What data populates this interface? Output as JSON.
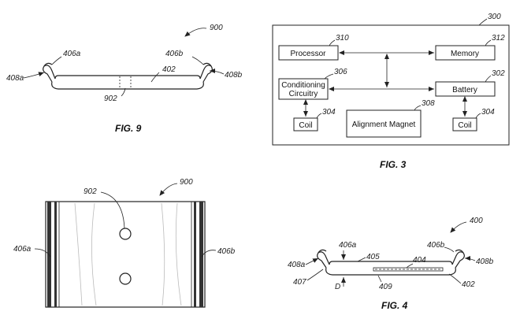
{
  "fig9_side": {
    "ref_900": "900",
    "ref_406a": "406a",
    "ref_406b": "406b",
    "ref_408a": "408a",
    "ref_408b": "408b",
    "ref_402": "402",
    "ref_902": "902",
    "caption": "FIG. 9"
  },
  "fig3": {
    "ref_300": "300",
    "processor": "Processor",
    "ref_310": "310",
    "memory": "Memory",
    "ref_312": "312",
    "conditioning_line1": "Conditioning",
    "conditioning_line2": "Circuitry",
    "ref_306": "306",
    "battery": "Battery",
    "ref_302": "302",
    "coil_left": "Coil",
    "ref_304_left": "304",
    "alignment_magnet": "Alignment Magnet",
    "ref_308": "308",
    "coil_right": "Coil",
    "ref_304_right": "304",
    "caption": "FIG. 3"
  },
  "fig9_top": {
    "ref_902": "902",
    "ref_900": "900",
    "ref_406a": "406a",
    "ref_406b": "406b"
  },
  "fig4": {
    "ref_400": "400",
    "ref_406a": "406a",
    "ref_406b": "406b",
    "ref_405": "405",
    "ref_404": "404",
    "ref_408a": "408a",
    "ref_408b": "408b",
    "ref_407": "407",
    "ref_D": "D",
    "ref_409": "409",
    "ref_402": "402",
    "caption": "FIG. 4"
  }
}
